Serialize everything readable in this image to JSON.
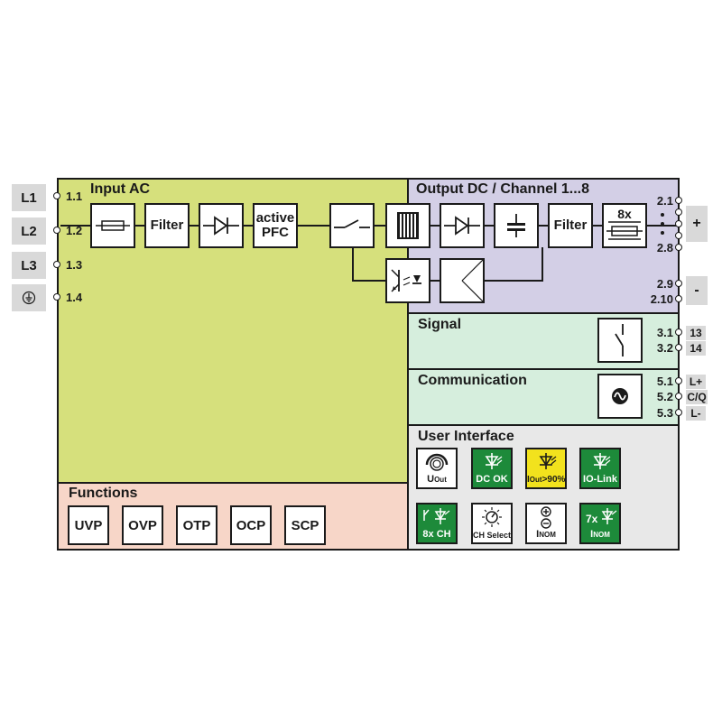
{
  "phases": [
    "L1",
    "L2",
    "L3"
  ],
  "input_terminals": [
    "1.1",
    "1.2",
    "1.3",
    "1.4"
  ],
  "input_section": {
    "title": "Input AC",
    "blocks": {
      "filter": "Filter",
      "pfc_line1": "active",
      "pfc_line2": "PFC"
    }
  },
  "output_section": {
    "title": "Output DC / Channel 1...8",
    "blocks": {
      "filter": "Filter",
      "multiplier": "8x"
    },
    "terminals_plus": [
      "2.1",
      "2.8"
    ],
    "terminals_minus": [
      "2.9",
      "2.10"
    ],
    "plus_label": "+",
    "minus_label": "-"
  },
  "signal_section": {
    "title": "Signal",
    "terminals": [
      "3.1",
      "3.2"
    ],
    "tags": [
      "13",
      "14"
    ]
  },
  "communication_section": {
    "title": "Communication",
    "terminals": [
      "5.1",
      "5.2",
      "5.3"
    ],
    "tags": [
      "L+",
      "C/Q",
      "L-"
    ]
  },
  "functions_section": {
    "title": "Functions",
    "items": [
      "UVP",
      "OVP",
      "OTP",
      "OCP",
      "SCP"
    ]
  },
  "user_interface_section": {
    "title": "User Interface",
    "row1": {
      "uout_main": "U",
      "uout_sub": "Out",
      "dc_ok": "DC OK",
      "iout_main": "I",
      "iout_sub": "Out",
      "iout_suffix": ">90%",
      "io_link": "IO-Link"
    },
    "row2": {
      "ch": "8x CH",
      "ch_select": "CH Select",
      "inom_main": "I",
      "inom_sub": "NOM",
      "inom7_prefix": "7x",
      "inom7_main": "I",
      "inom7_sub": "NOM"
    }
  },
  "colors": {
    "input_bg": "#d6e07c",
    "functions_bg": "#f7d6c8",
    "output_bg": "#d3cfe6",
    "signal_bg": "#d6eedd",
    "ui_bg": "#e8e8e8",
    "led_green": "#1d8a3a",
    "led_yellow": "#f2e21d"
  }
}
